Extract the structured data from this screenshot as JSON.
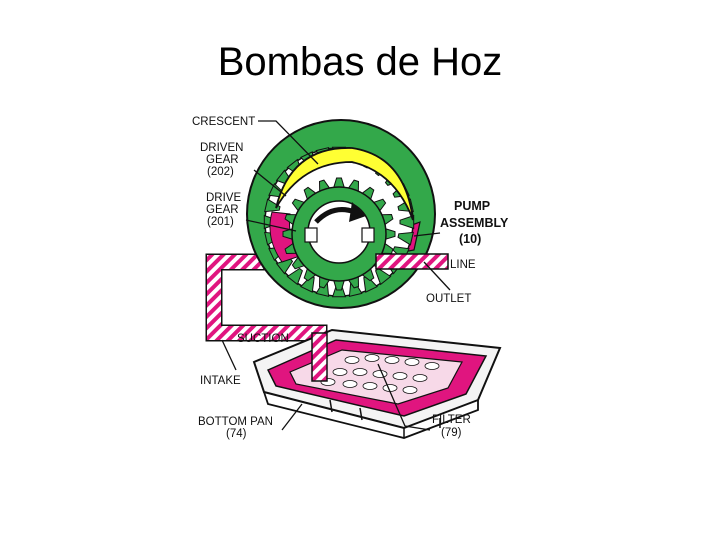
{
  "slide": {
    "title": "Bombas de Hoz"
  },
  "diagram": {
    "crescent": "CRESCENT",
    "driven_gear": [
      "DRIVEN",
      "GEAR",
      "(202)"
    ],
    "drive_gear": [
      "DRIVE",
      "GEAR",
      "(201)"
    ],
    "pump_assembly": [
      "PUMP",
      "ASSEMBLY",
      "(10)"
    ],
    "line": "LINE",
    "outlet": "OUTLET",
    "suction": "SUCTION",
    "intake": "INTAKE",
    "bottom_pan": [
      "BOTTOM PAN",
      "(74)"
    ],
    "filter": [
      "FILTER",
      "(79)"
    ],
    "colors": {
      "gear_green": "#33a84a",
      "fluid_magenta": "#e0157f",
      "crescent_yellow": "#ffff33"
    }
  }
}
